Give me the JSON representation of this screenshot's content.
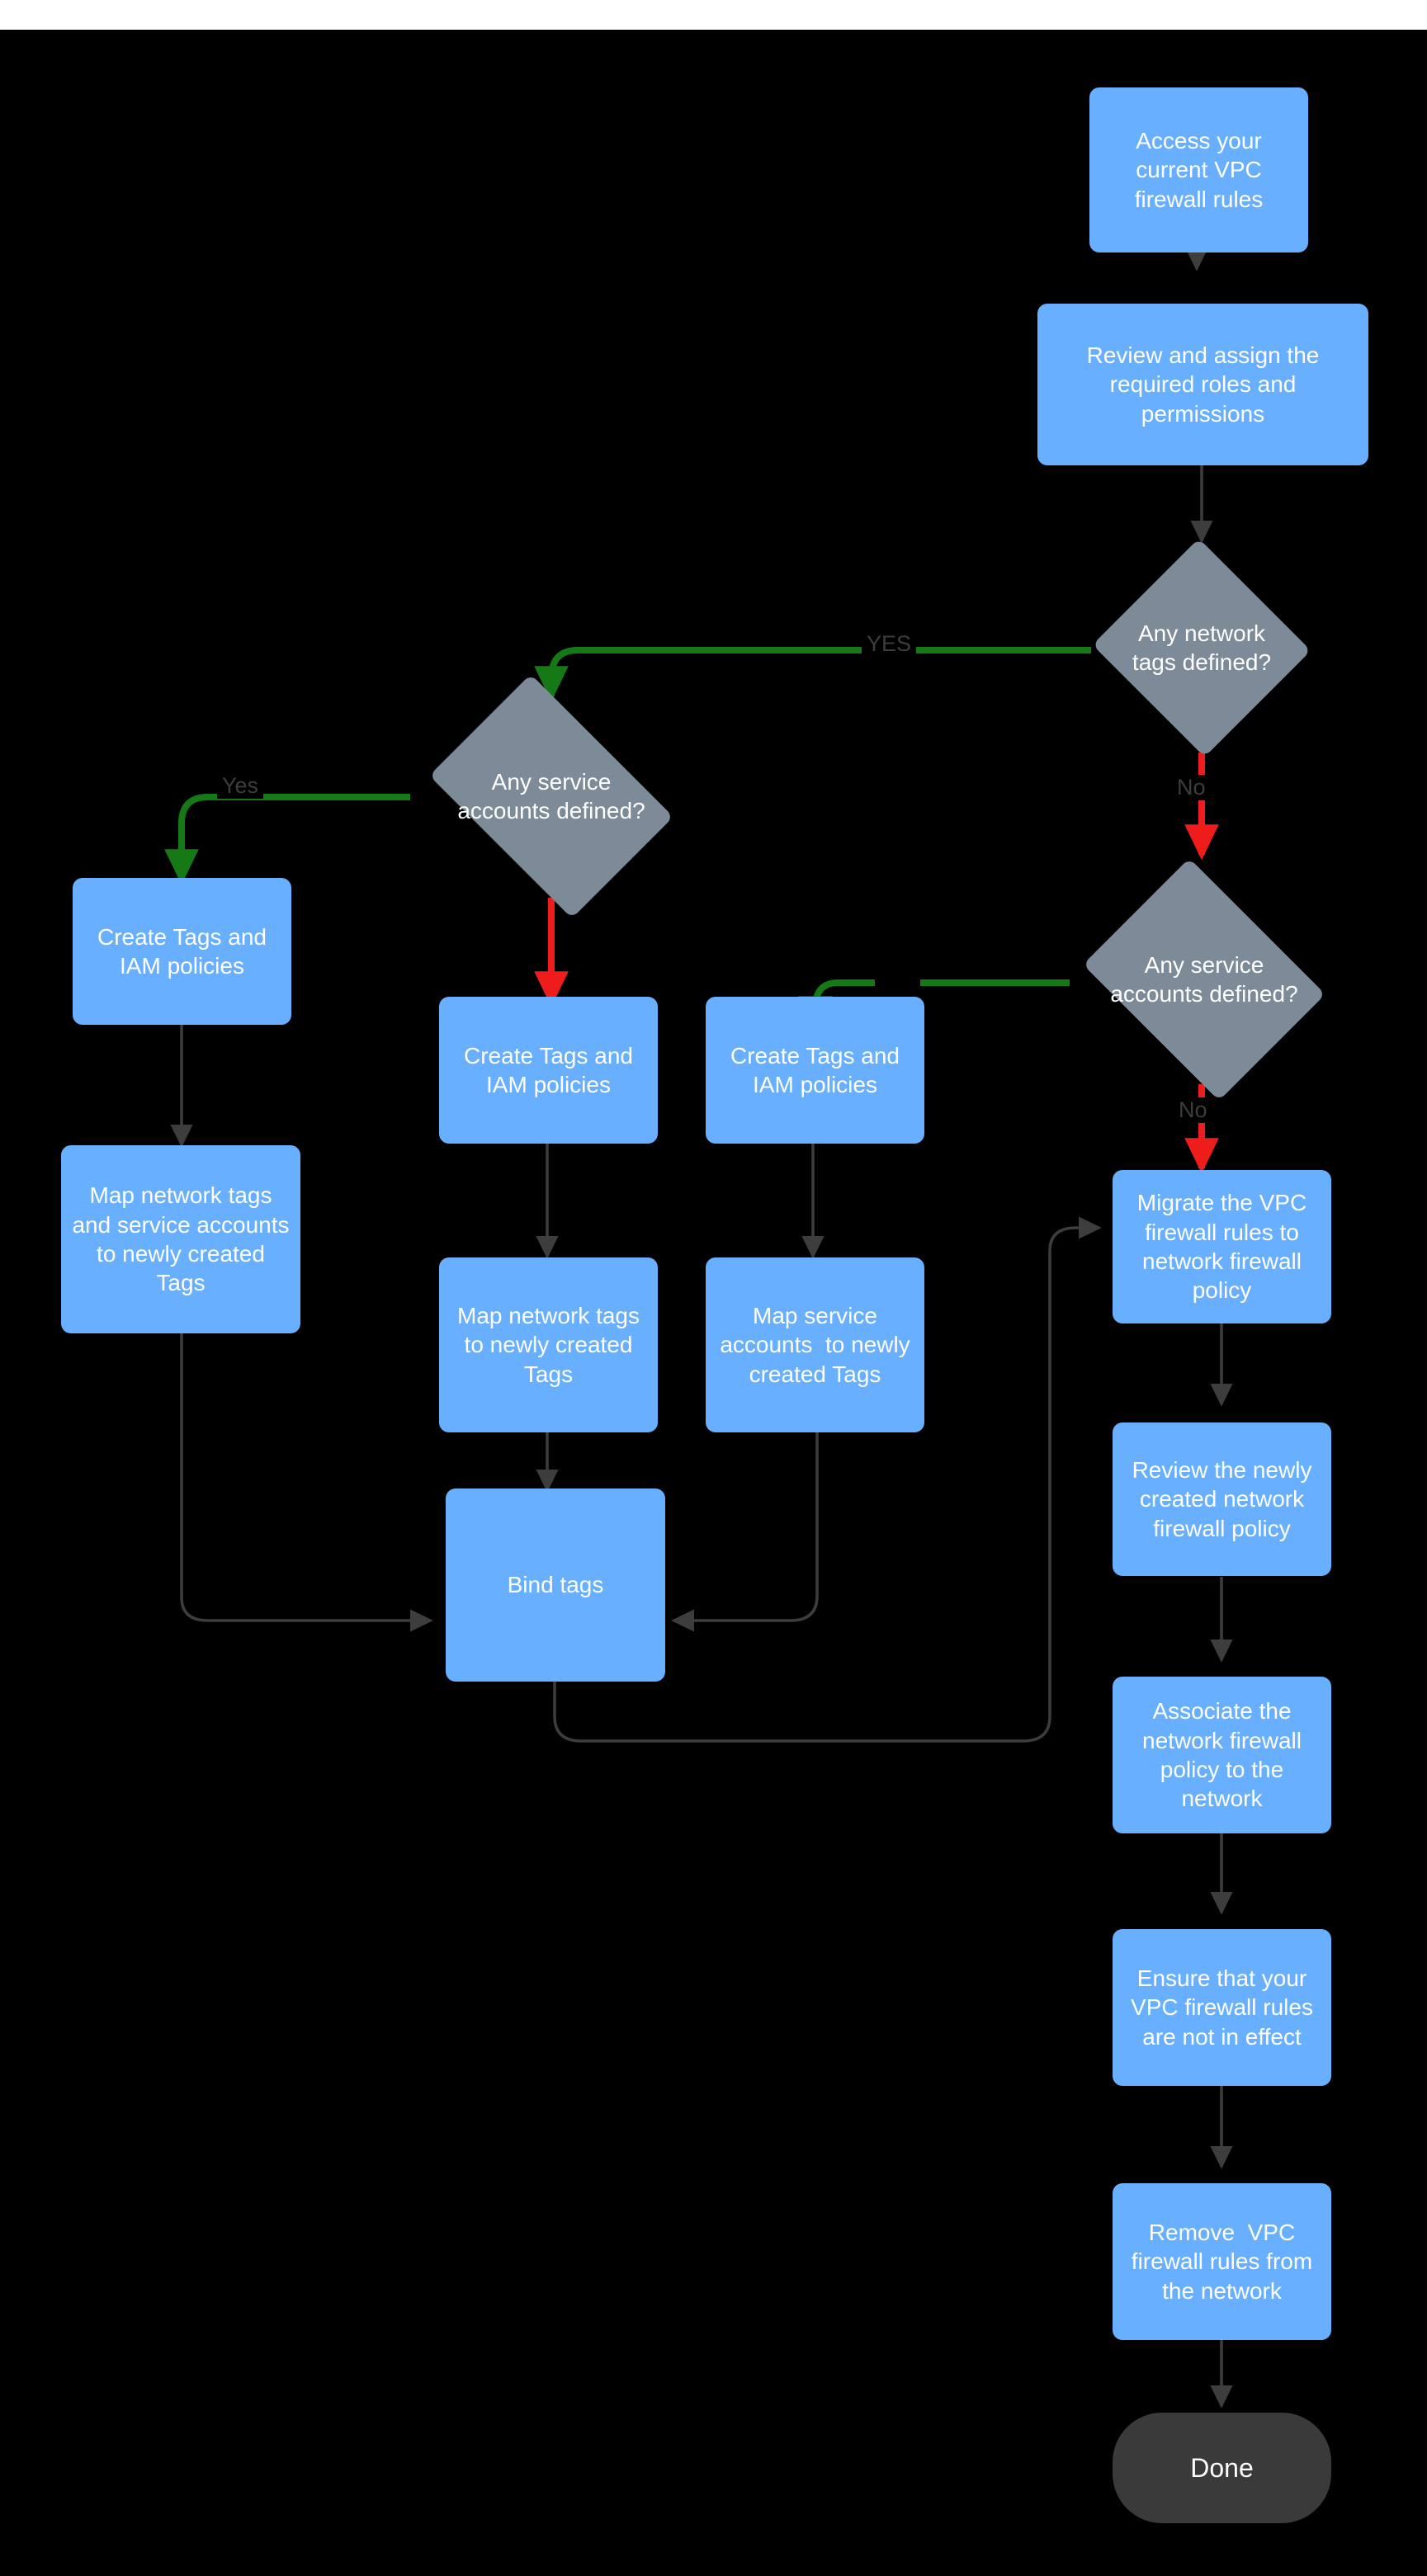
{
  "diagram": {
    "title": "VPC firewall rules to network firewall policy migration flow",
    "background": "#000000",
    "top_band_color": "#ffffff",
    "colors": {
      "process_fill": "#68afff",
      "decision_fill": "#7d8a98",
      "terminal_fill": "#3a3a3a",
      "node_text": "#ffffff",
      "edge_default": "#3d3d3d",
      "edge_yes": "#157a15",
      "edge_no": "#ef1c1c",
      "label_text": "#3d3d3d"
    },
    "nodes": [
      {
        "id": "n1",
        "type": "process",
        "label": "Access your current VPC firewall rules"
      },
      {
        "id": "n2",
        "type": "process",
        "label": "Review and assign the required roles and permissions"
      },
      {
        "id": "d1",
        "type": "decision",
        "label": "Any network tags defined?"
      },
      {
        "id": "d2",
        "type": "decision",
        "label": "Any service accounts defined?"
      },
      {
        "id": "d3",
        "type": "decision",
        "label": "Any service accounts defined?"
      },
      {
        "id": "n3",
        "type": "process",
        "label": "Create Tags and IAM policies"
      },
      {
        "id": "n4",
        "type": "process",
        "label": "Map network tags and service accounts to newly created Tags"
      },
      {
        "id": "n5",
        "type": "process",
        "label": "Create Tags and IAM policies"
      },
      {
        "id": "n6",
        "type": "process",
        "label": "Map network tags to newly created Tags"
      },
      {
        "id": "n7",
        "type": "process",
        "label": "Create Tags and IAM policies"
      },
      {
        "id": "n8",
        "type": "process",
        "label": "Map service accounts  to newly created Tags"
      },
      {
        "id": "n9",
        "type": "process",
        "label": "Bind tags"
      },
      {
        "id": "n10",
        "type": "process",
        "label": "Migrate the VPC firewall rules to network firewall policy"
      },
      {
        "id": "n11",
        "type": "process",
        "label": "Review the newly created network firewall policy"
      },
      {
        "id": "n12",
        "type": "process",
        "label": "Associate the network firewall policy to the network"
      },
      {
        "id": "n13",
        "type": "process",
        "label": "Ensure that your VPC firewall rules are not in effect"
      },
      {
        "id": "n14",
        "type": "process",
        "label": "Remove  VPC firewall rules from the network"
      },
      {
        "id": "n15",
        "type": "terminal",
        "label": "Done"
      }
    ],
    "edge_labels": {
      "d1_yes": "YES",
      "d1_no": "No",
      "d2_yes": "Yes",
      "d3_no": "No"
    }
  }
}
